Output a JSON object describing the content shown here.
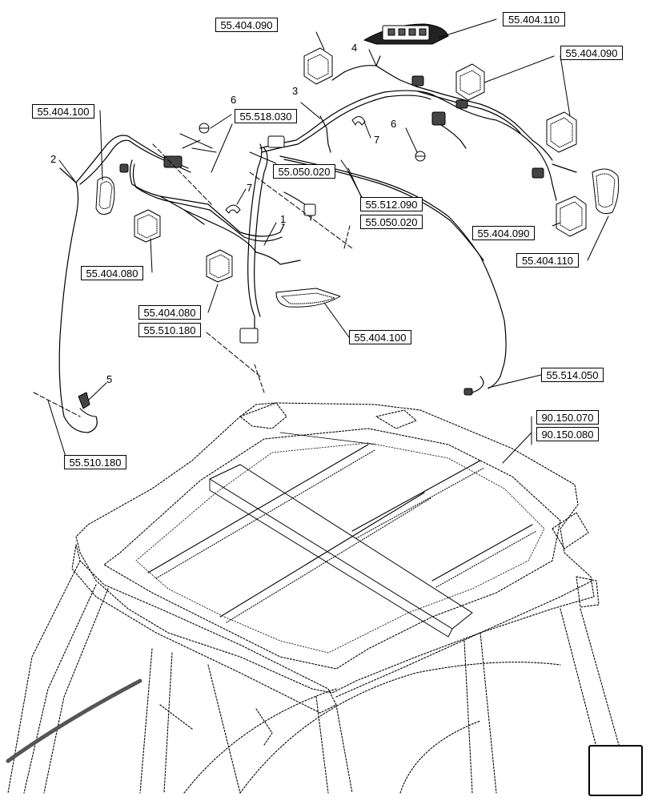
{
  "reference_labels": [
    {
      "id": "r1",
      "text": "55.404.090"
    },
    {
      "id": "r2",
      "text": "55.404.110"
    },
    {
      "id": "r3",
      "text": "55.404.090"
    },
    {
      "id": "r4",
      "text": "55.404.100"
    },
    {
      "id": "r5",
      "text": "55.518.030"
    },
    {
      "id": "r6",
      "text": "55.050.020"
    },
    {
      "id": "r7",
      "text": "55.512.090"
    },
    {
      "id": "r8",
      "text": "55.050.020"
    },
    {
      "id": "r9",
      "text": "55.404.090"
    },
    {
      "id": "r10",
      "text": "55.404.110"
    },
    {
      "id": "r11",
      "text": "55.404.080"
    },
    {
      "id": "r12",
      "text": "55.404.080"
    },
    {
      "id": "r13",
      "text": "55.510.180"
    },
    {
      "id": "r14",
      "text": "55.404.100"
    },
    {
      "id": "r15",
      "text": "55.514.050"
    },
    {
      "id": "r16",
      "text": "90.150.070"
    },
    {
      "id": "r17",
      "text": "90.150.080"
    },
    {
      "id": "r18",
      "text": "55.510.180"
    }
  ],
  "item_callouts": [
    {
      "id": "c1",
      "text": "1"
    },
    {
      "id": "c2",
      "text": "2"
    },
    {
      "id": "c3",
      "text": "3"
    },
    {
      "id": "c4",
      "text": "4"
    },
    {
      "id": "c5",
      "text": "5"
    },
    {
      "id": "c6a",
      "text": "6"
    },
    {
      "id": "c6b",
      "text": "6"
    },
    {
      "id": "c7a",
      "text": "7"
    },
    {
      "id": "c7b",
      "text": "7"
    }
  ],
  "nav": {
    "icon": "arrow-icon"
  }
}
